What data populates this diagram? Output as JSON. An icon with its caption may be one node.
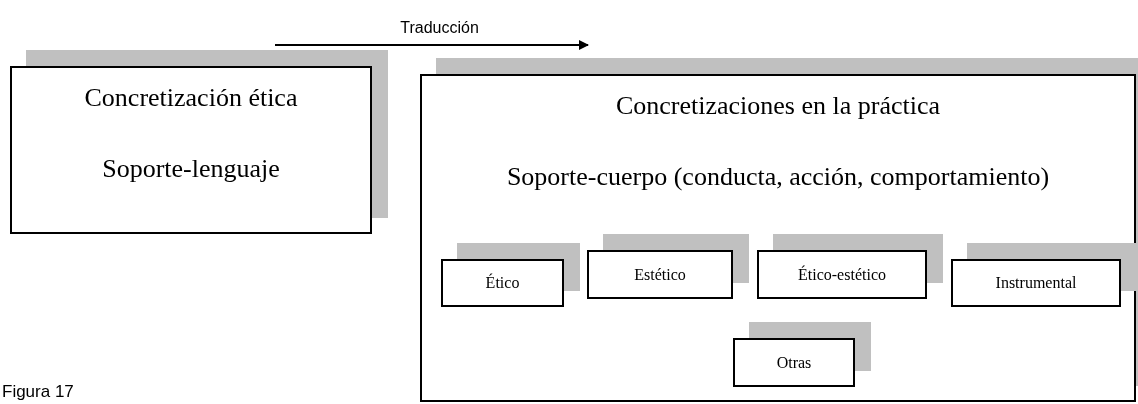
{
  "diagram": {
    "caption": "Figura 17",
    "nodes": [
      {
        "text": [
          "Concretización ética",
          "Soporte-lenguaje"
        ]
      },
      {
        "text": [
          "Concretizaciones en la práctica",
          "Soporte-cuerpo (conducta, acción, comportamiento)"
        ]
      },
      {
        "text": [
          "Ético"
        ],
        "in": 1
      },
      {
        "text": [
          "Estético"
        ],
        "in": 1
      },
      {
        "text": [
          "Ético-estético"
        ],
        "in": 1
      },
      {
        "text": [
          "Instrumental"
        ],
        "in": 1
      },
      {
        "text": [
          "Otras"
        ],
        "in": 1
      }
    ],
    "edges": [
      {
        "from": 0,
        "to": 1,
        "arrow": "to",
        "label": "Traducción"
      }
    ]
  }
}
